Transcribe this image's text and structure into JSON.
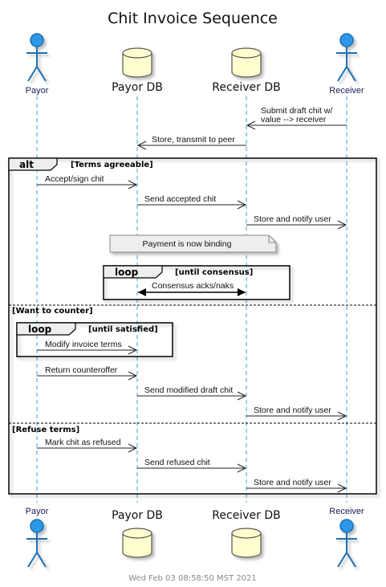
{
  "title": "Chit Invoice Sequence",
  "participants": {
    "payor": "Payor",
    "payor_db": "Payor DB",
    "receiver_db": "Receiver DB",
    "receiver": "Receiver"
  },
  "messages": {
    "submit_line1": "Submit draft chit w/",
    "submit_line2": "value --> receiver",
    "store_transmit": "Store, transmit to peer",
    "accept_sign": "Accept/sign chit",
    "send_accepted": "Send accepted chit",
    "store_notify_1": "Store and notify user",
    "consensus": "Consensus acks/naks",
    "modify_terms": "Modify invoice terms",
    "return_counter": "Return counteroffer",
    "send_modified": "Send modified draft chit",
    "store_notify_2": "Store and notify user",
    "mark_refused": "Mark chit as refused",
    "send_refused": "Send refused chit",
    "store_notify_3": "Store and notify user"
  },
  "note": "Payment is now binding",
  "fragments": {
    "alt_keyword": "alt",
    "alt_guard": "[Terms agreeable]",
    "loop1_keyword": "loop",
    "loop1_guard": "[until consensus]",
    "else1_guard": "[Want to counter]",
    "loop2_keyword": "loop",
    "loop2_guard": "[until satisfied]",
    "else2_guard": "[Refuse terms]"
  },
  "footer": "Wed Feb 03 08:58:50 MST 2021",
  "colors": {
    "actor_fill": "#2f97e8",
    "db_fill": "#fefece",
    "lifeline": "#3aa0dc",
    "note_fill": "#eeeeee"
  }
}
